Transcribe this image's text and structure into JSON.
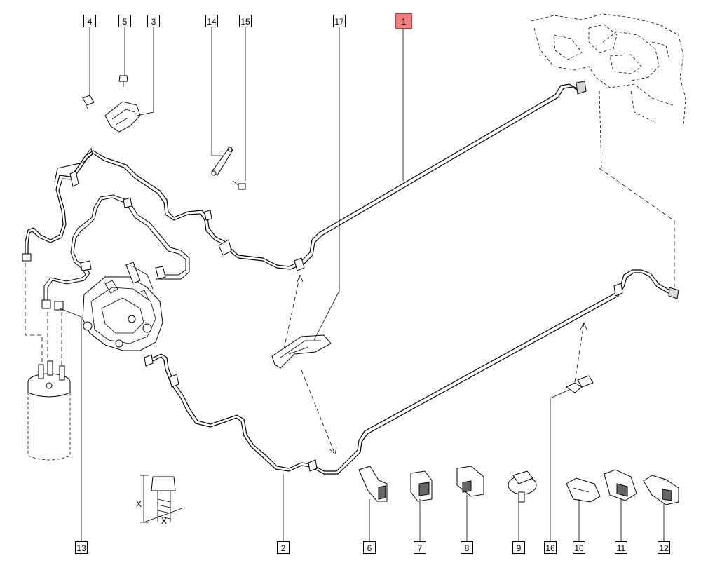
{
  "callouts": [
    {
      "id": "4",
      "label": "4"
    },
    {
      "id": "5",
      "label": "5"
    },
    {
      "id": "3",
      "label": "3"
    },
    {
      "id": "14",
      "label": "14"
    },
    {
      "id": "15",
      "label": "15"
    },
    {
      "id": "17",
      "label": "17"
    },
    {
      "id": "1",
      "label": "1",
      "highlighted": true
    },
    {
      "id": "13",
      "label": "13"
    },
    {
      "id": "2",
      "label": "2"
    },
    {
      "id": "6",
      "label": "6"
    },
    {
      "id": "7",
      "label": "7"
    },
    {
      "id": "8",
      "label": "8"
    },
    {
      "id": "9",
      "label": "9"
    },
    {
      "id": "16",
      "label": "16"
    },
    {
      "id": "10",
      "label": "10"
    },
    {
      "id": "11",
      "label": "11"
    },
    {
      "id": "12",
      "label": "12"
    }
  ],
  "dimension_labels": {
    "x_vertical": "X",
    "x_horizontal": "X"
  },
  "colors": {
    "highlight": "#f08080",
    "line": "#000000"
  }
}
